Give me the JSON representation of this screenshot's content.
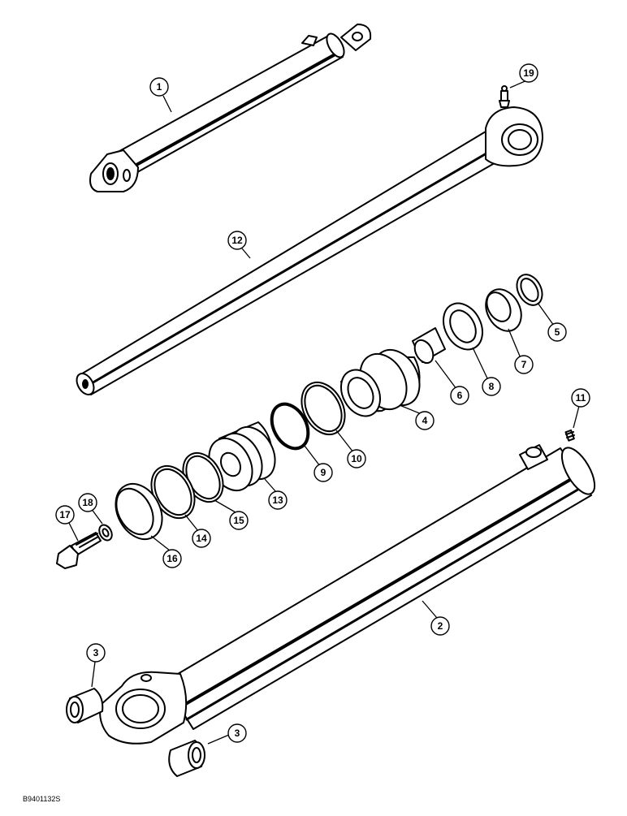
{
  "figure_id": "B9401132S",
  "callouts": [
    {
      "key": "c1",
      "label": "1"
    },
    {
      "key": "c19",
      "label": "19"
    },
    {
      "key": "c12",
      "label": "12"
    },
    {
      "key": "c5",
      "label": "5"
    },
    {
      "key": "c7",
      "label": "7"
    },
    {
      "key": "c8",
      "label": "8"
    },
    {
      "key": "c6",
      "label": "6"
    },
    {
      "key": "c4",
      "label": "4"
    },
    {
      "key": "c10",
      "label": "10"
    },
    {
      "key": "c9",
      "label": "9"
    },
    {
      "key": "c11",
      "label": "11"
    },
    {
      "key": "c13",
      "label": "13"
    },
    {
      "key": "c15",
      "label": "15"
    },
    {
      "key": "c14",
      "label": "14"
    },
    {
      "key": "c16",
      "label": "16"
    },
    {
      "key": "c17",
      "label": "17"
    },
    {
      "key": "c18",
      "label": "18"
    },
    {
      "key": "c2",
      "label": "2"
    },
    {
      "key": "c3a",
      "label": "3"
    },
    {
      "key": "c3b",
      "label": "3"
    }
  ]
}
